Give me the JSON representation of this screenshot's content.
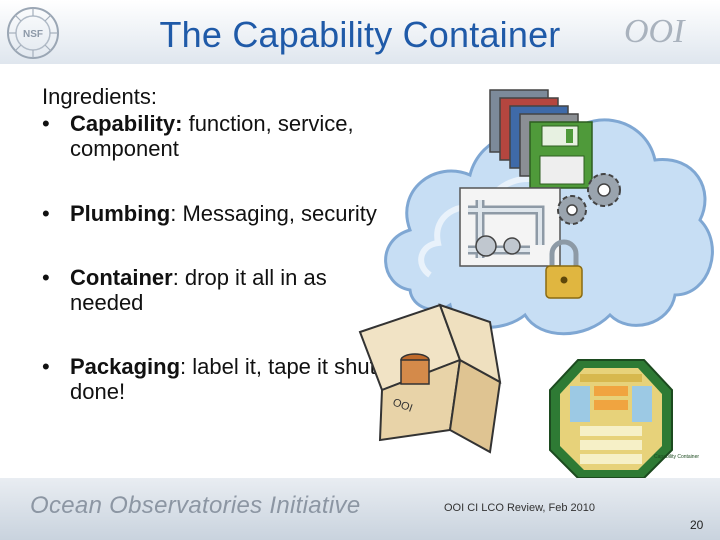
{
  "slide": {
    "title": "The Capability Container",
    "intro": "Ingredients:",
    "bullets": [
      {
        "term": "Capability:",
        "text": " function, service, component"
      },
      {
        "term": "Plumbing",
        "text": ": Messaging, security"
      },
      {
        "term": "Container",
        "text": ": drop it all in as needed"
      },
      {
        "term": "Packaging",
        "text": ": label it, tape it shut… done!"
      }
    ],
    "bullet_glyph": "•"
  },
  "logos": {
    "nsf": "NSF",
    "ooi": "OOI",
    "nsf_icon": "nsf-seal-icon",
    "ooi_icon": "ooi-logo-icon"
  },
  "illustration": {
    "icons": [
      "cloud-icon",
      "floppy-disks-icon",
      "pipes-icon",
      "gears-icon",
      "padlock-icon",
      "open-box-icon",
      "capability-diagram-icon"
    ],
    "box_label": "OOI",
    "diagram_label": "Capability Container"
  },
  "footer": {
    "org": "Ocean Observatories Initiative",
    "review": "OOI CI LCO Review, Feb 2010",
    "page_number": "20"
  },
  "colors": {
    "title": "#1f5aa8",
    "cloud": "#9cc3ea",
    "footer_text": "#8c96a3"
  }
}
